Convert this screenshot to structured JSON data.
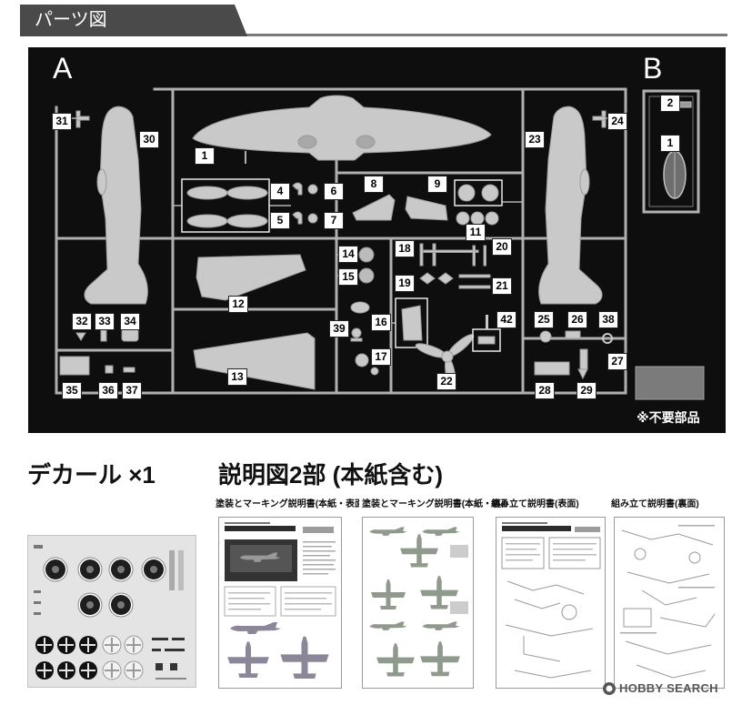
{
  "header": {
    "title": "パーツ図"
  },
  "sprue_a": {
    "letter": "A",
    "part_numbers": [
      "31",
      "30",
      "1",
      "24",
      "23",
      "4",
      "5",
      "6",
      "7",
      "8",
      "9",
      "11",
      "14",
      "15",
      "18",
      "19",
      "20",
      "21",
      "12",
      "16",
      "39",
      "17",
      "42",
      "25",
      "26",
      "38",
      "32",
      "33",
      "34",
      "27",
      "13",
      "22",
      "35",
      "36",
      "37",
      "28",
      "29"
    ]
  },
  "sprue_b": {
    "letter": "B",
    "part_numbers": [
      "2",
      "1"
    ]
  },
  "unused_parts_note": "※不要部品",
  "decal": {
    "label": "デカール ×1"
  },
  "manuals": {
    "title": "説明図2部 (本紙含む)",
    "sheets": [
      {
        "label": "塗装とマーキング説明書(本紙・表面)"
      },
      {
        "label": "塗装とマーキング説明書(本紙・裏面)"
      },
      {
        "label": "組み立て説明書(表面)"
      },
      {
        "label": "組み立て説明書(裏面)"
      }
    ]
  },
  "watermark": {
    "text": "HOBBY SEARCH"
  },
  "colors": {
    "panel": "#0e0e0e",
    "sprue": "#b0b0b0",
    "part": "#c9c9c9",
    "header": "#4a4a4a"
  }
}
